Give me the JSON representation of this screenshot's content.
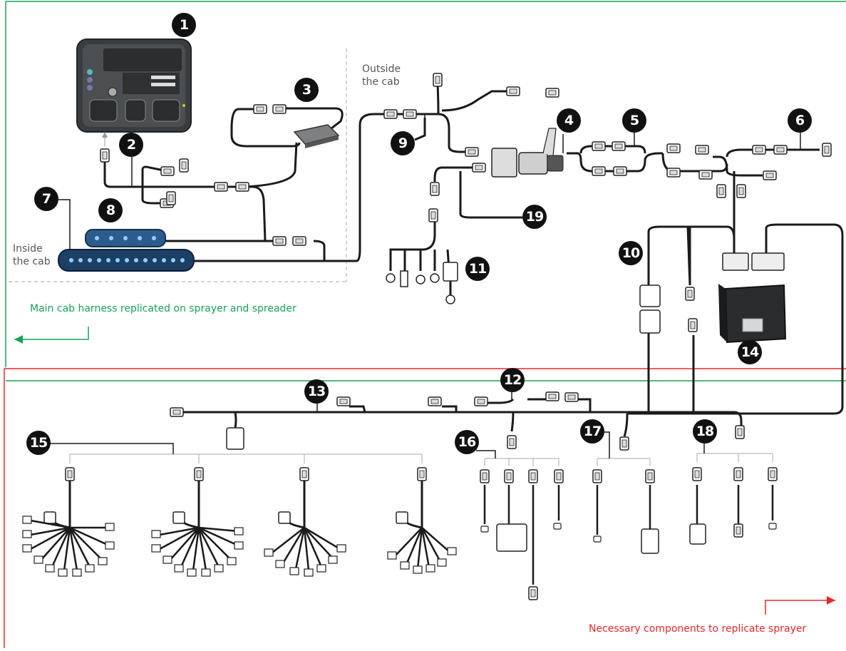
{
  "labels": {
    "outside_cab": "Outside the cab",
    "inside_cab": "Inside the cab",
    "cab_note": "Main cab harness replicated on sprayer and spreader",
    "sprayer_note": "Necessary components to replicate sprayer"
  },
  "colors": {
    "cab_frame": "#1aa15a",
    "sprayer_frame": "#e8282b",
    "cable": "#1a1a1a",
    "connector": "#ffffff"
  },
  "callouts": [
    "1",
    "2",
    "3",
    "4",
    "5",
    "6",
    "7",
    "8",
    "9",
    "10",
    "11",
    "12",
    "13",
    "14",
    "15",
    "16",
    "17",
    "18",
    "19"
  ]
}
